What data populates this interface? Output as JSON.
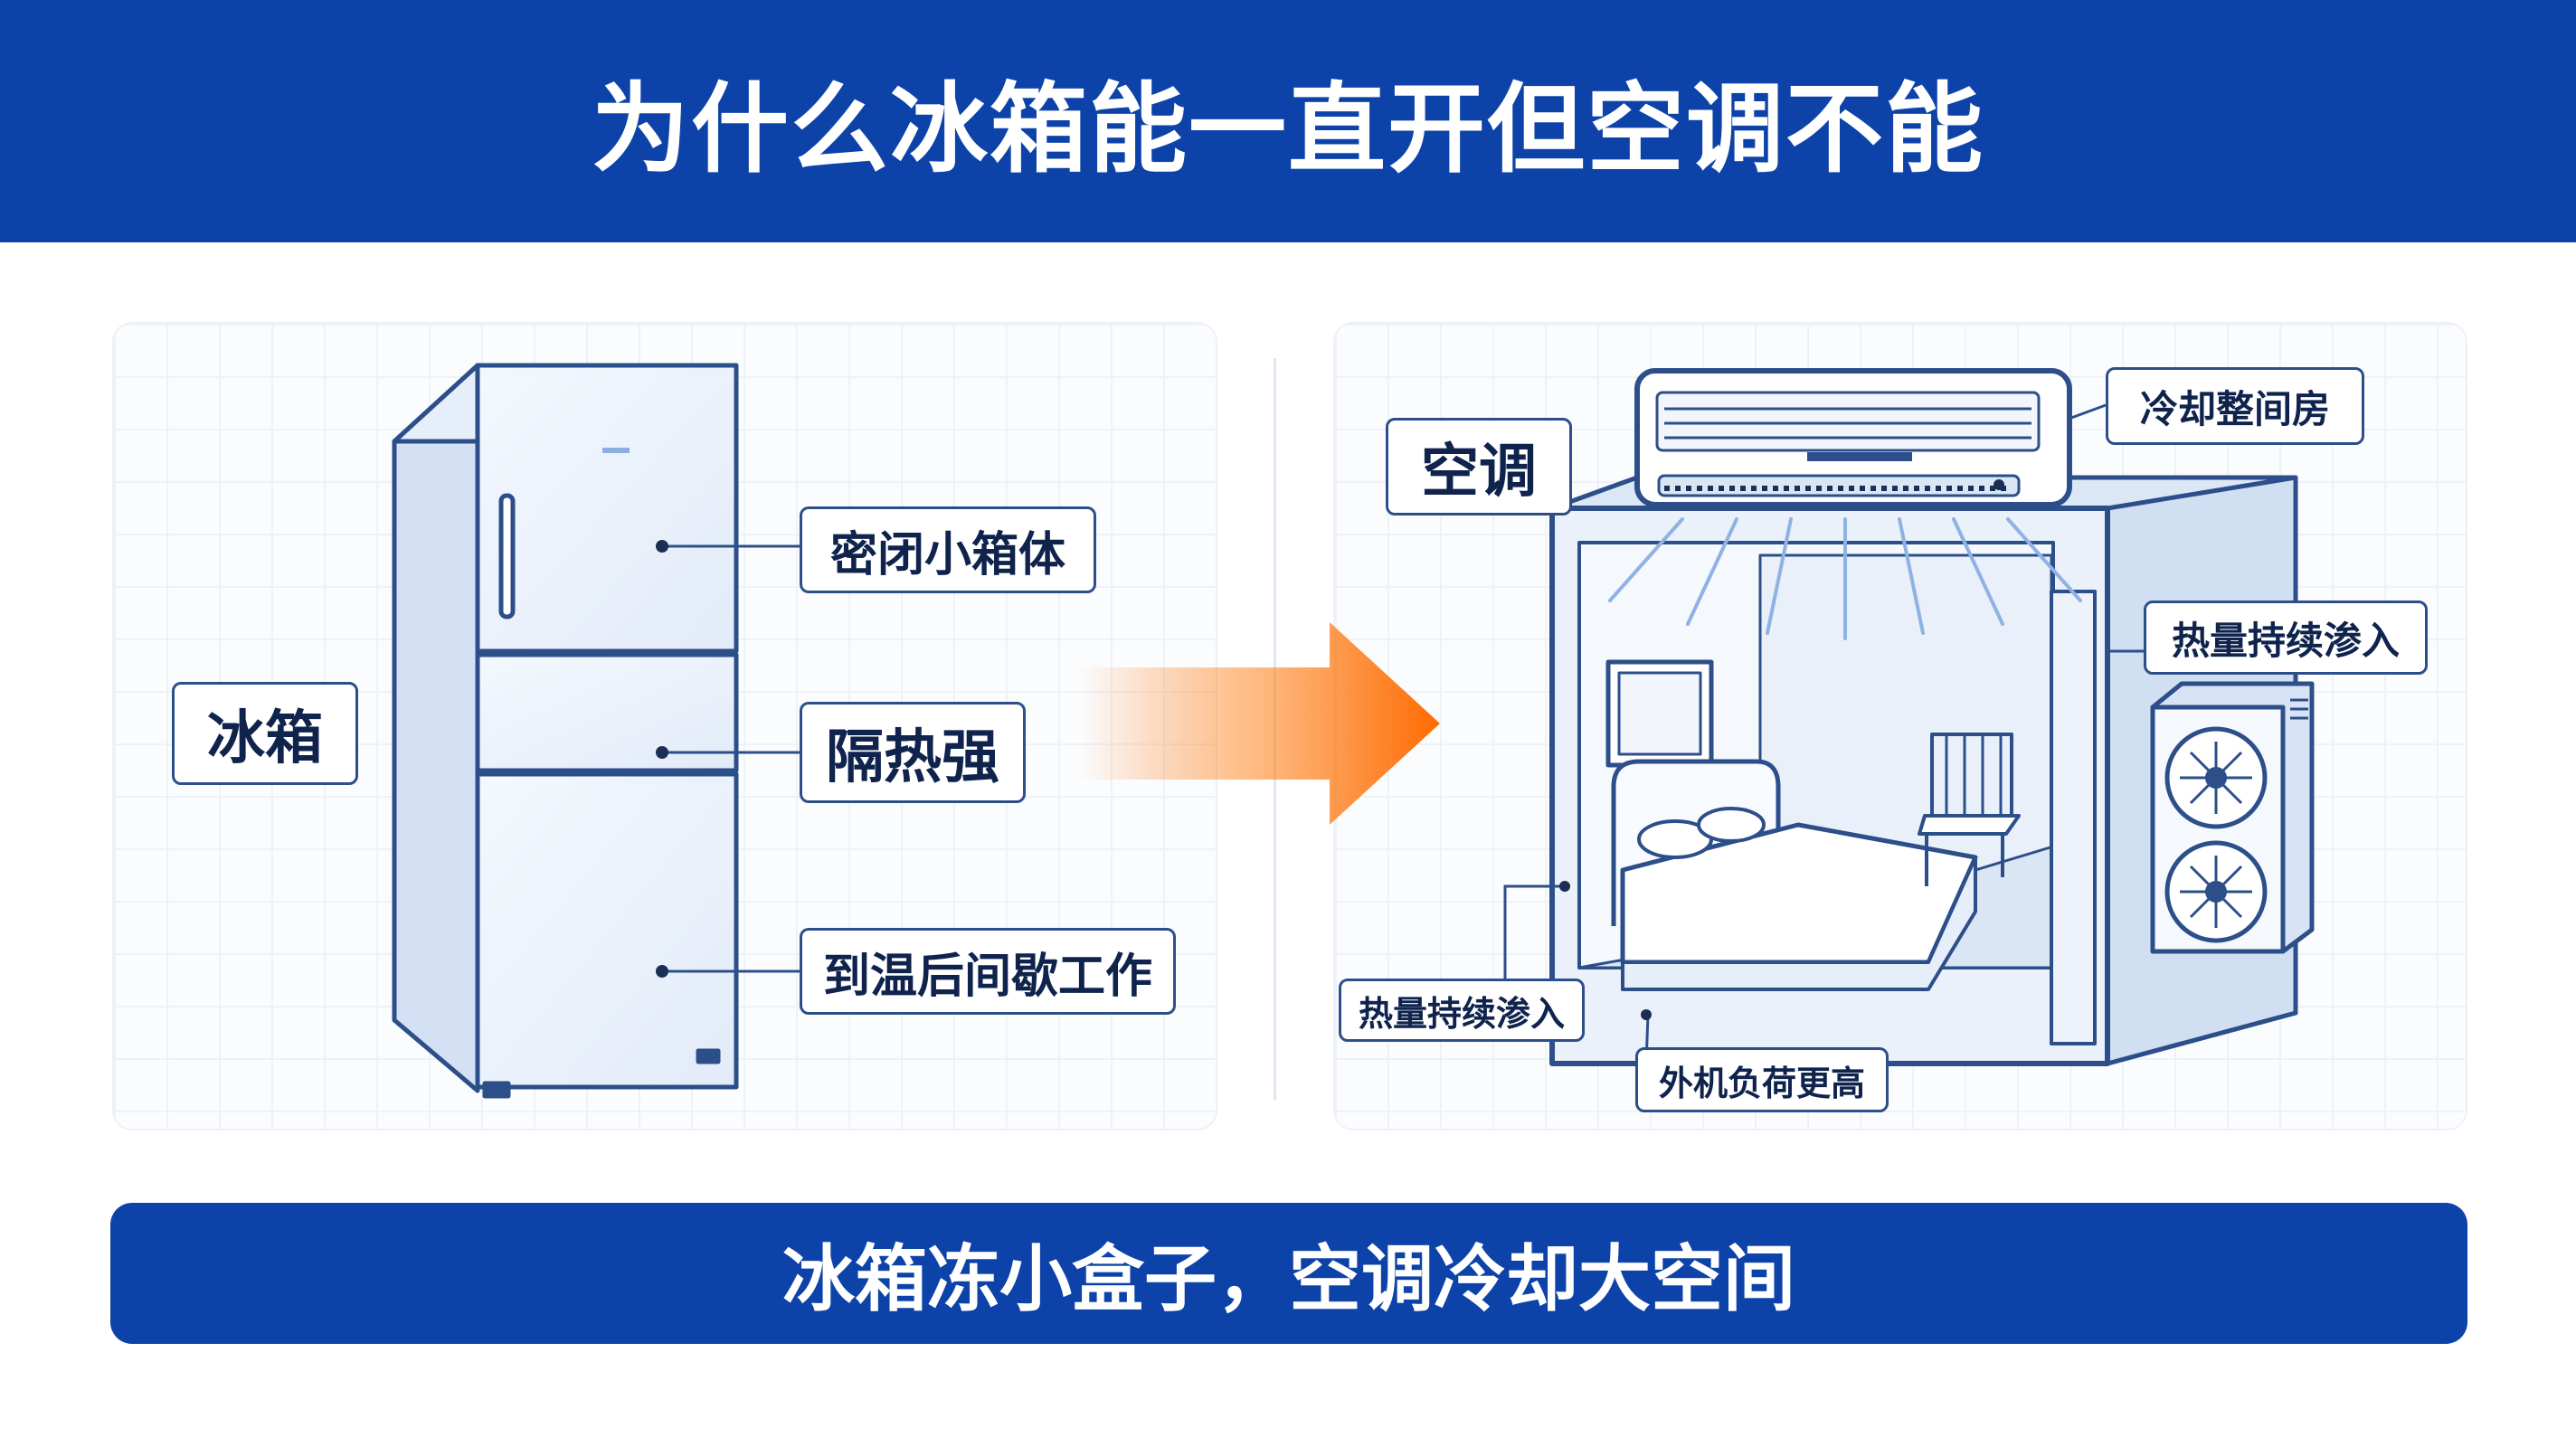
{
  "header": {
    "title": "为什么冰箱能一直开但空调不能"
  },
  "fridge_side": {
    "title": "冰箱",
    "callouts": [
      "密闭小箱体",
      "隔热强",
      "到温后间歇工作"
    ]
  },
  "ac_side": {
    "title": "空调",
    "callouts": {
      "cool_room": "冷却整间房",
      "heat_in_right": "热量持续渗入",
      "heat_in_left": "热量持续渗入",
      "outdoor_load": "外机负荷更高"
    }
  },
  "footer": {
    "summary": "冰箱冻小盒子，空调冷却大空间"
  },
  "colors": {
    "brand_blue": "#0d43a8",
    "arrow_orange": "#ff6a00",
    "outline": "#2c4f8a",
    "fill_light": "#e8f0fb"
  },
  "icons": [
    "fridge-illustration",
    "room-illustration",
    "air-conditioner-icon",
    "outdoor-unit-icon",
    "arrow-right-icon"
  ]
}
